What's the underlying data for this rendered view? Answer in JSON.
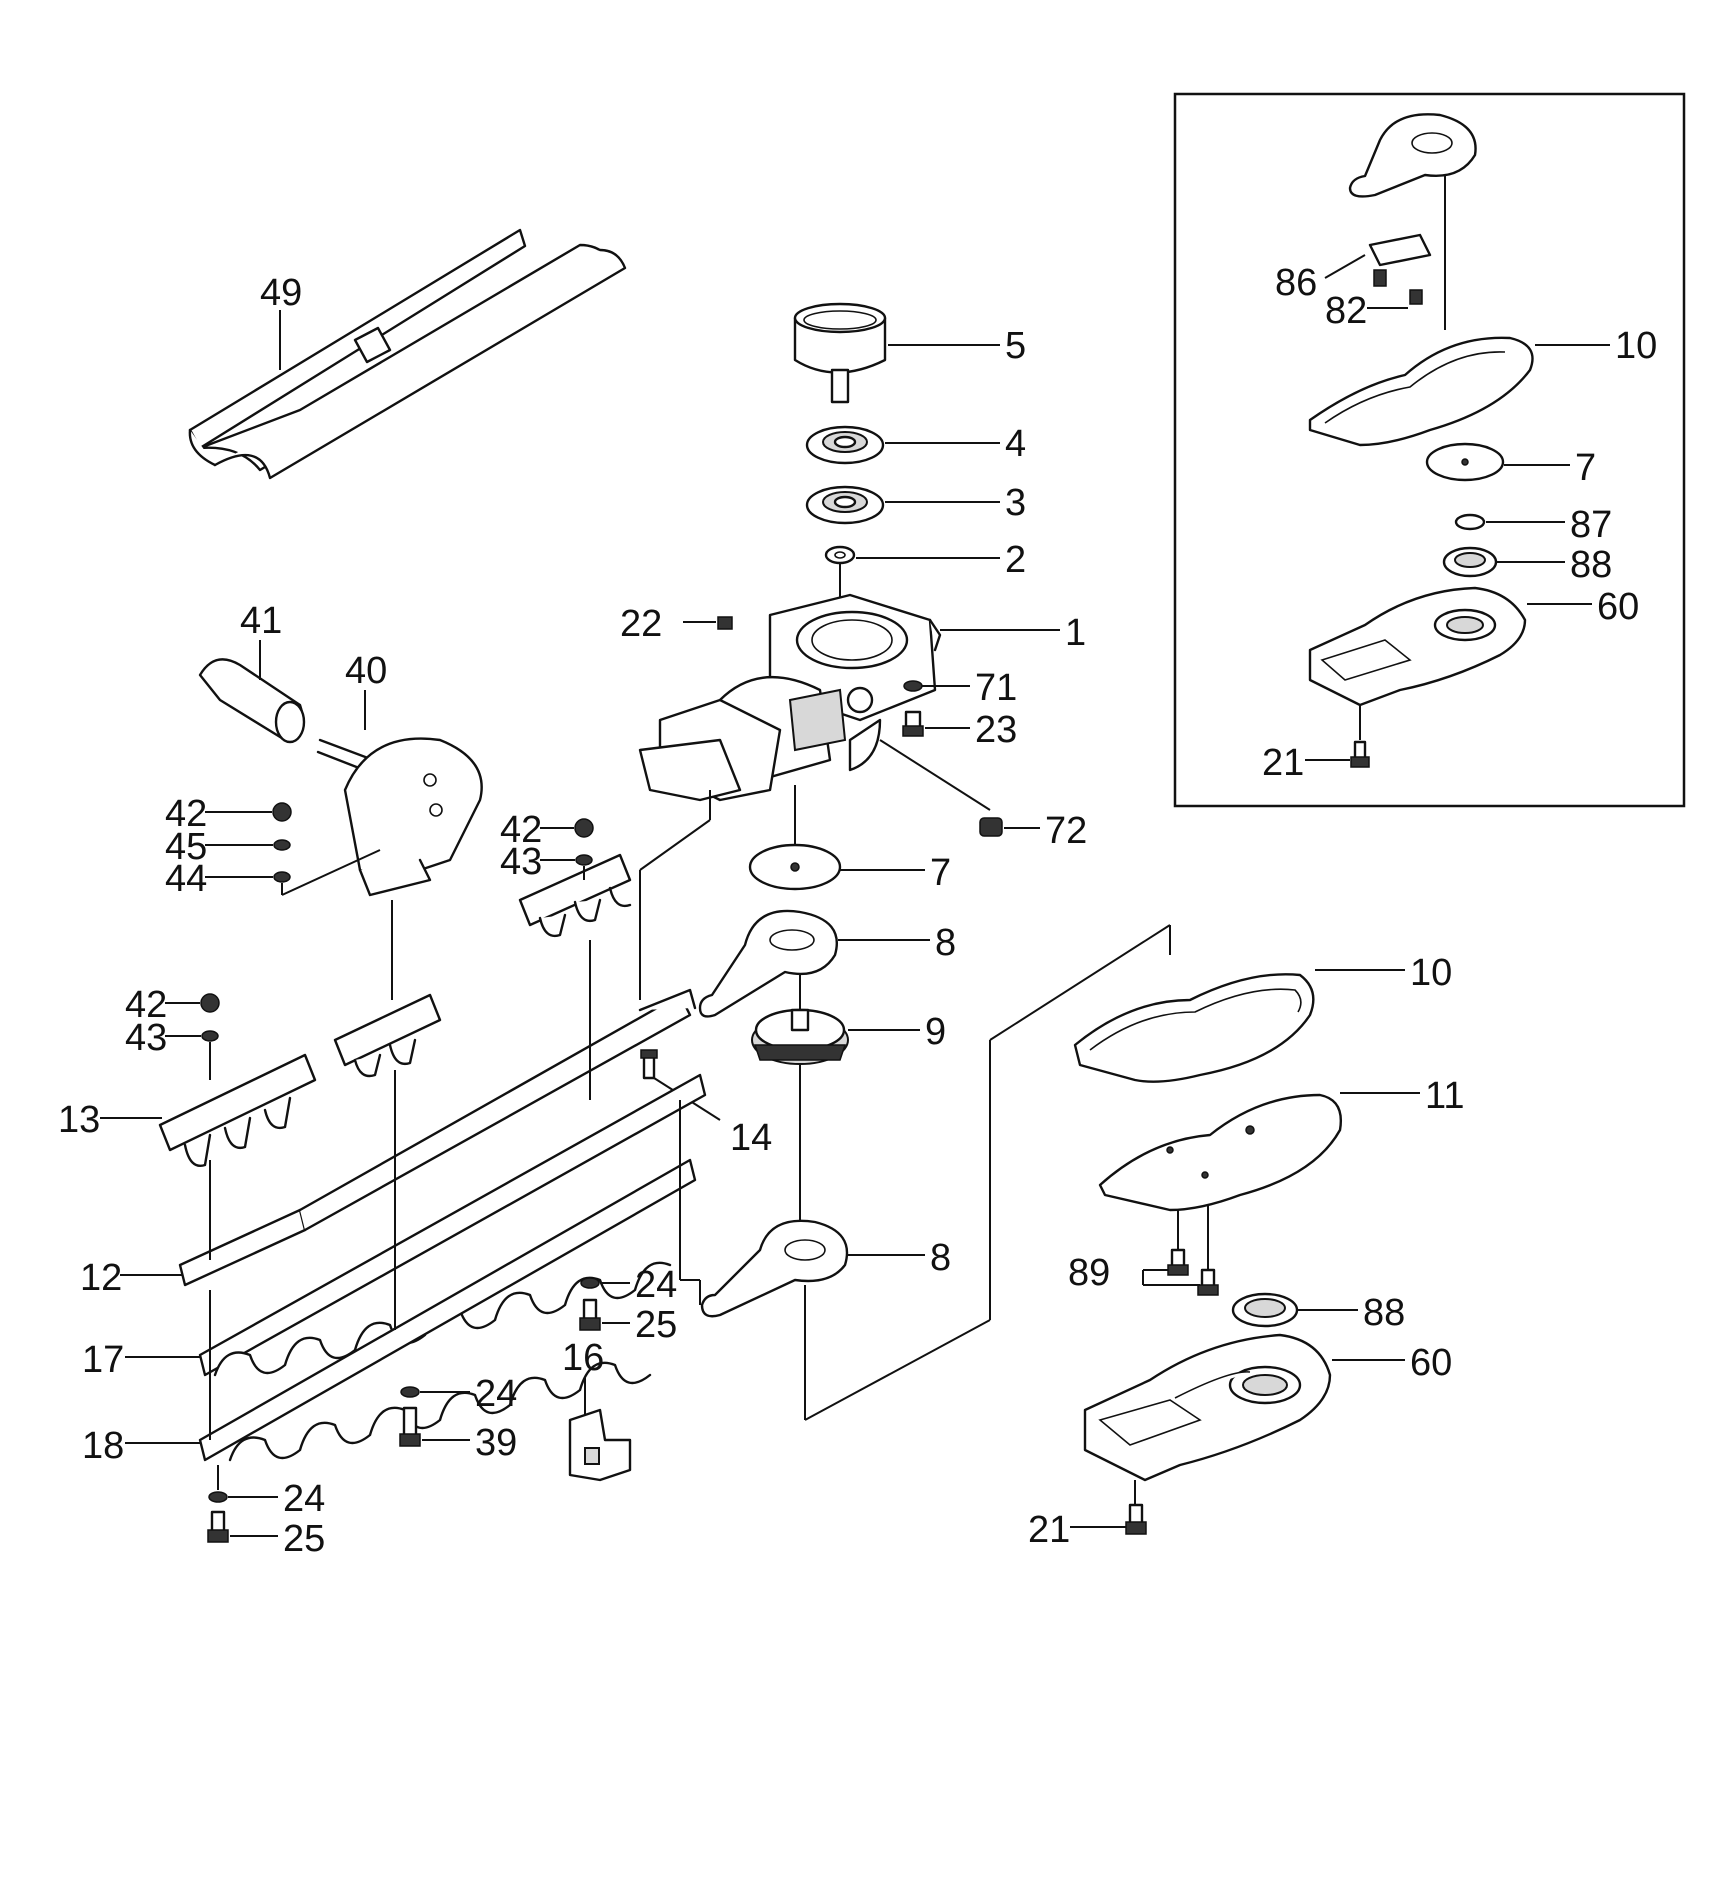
{
  "labels": {
    "p49": "49",
    "p5": "5",
    "p4": "4",
    "p3": "3",
    "p2": "2",
    "p1": "1",
    "p22": "22",
    "p71": "71",
    "p23": "23",
    "p72": "72",
    "p41": "41",
    "p40": "40",
    "p42a": "42",
    "p45": "45",
    "p44": "44",
    "p42b": "42",
    "p43b": "43",
    "p42c": "42",
    "p43c": "43",
    "p7": "7",
    "p8a": "8",
    "p9": "9",
    "p8b": "8",
    "p13": "13",
    "p14": "14",
    "p12": "12",
    "p24a": "24",
    "p25a": "25",
    "p16": "16",
    "p17": "17",
    "p24b": "24",
    "p18": "18",
    "p39": "39",
    "p24c": "24",
    "p25b": "25",
    "p10": "10",
    "p11": "11",
    "p89": "89",
    "p88": "88",
    "p60": "60",
    "p21": "21",
    "i86": "86",
    "i82": "82",
    "i10": "10",
    "i7": "7",
    "i87": "87",
    "i88": "88",
    "i60": "60",
    "i21": "21"
  }
}
